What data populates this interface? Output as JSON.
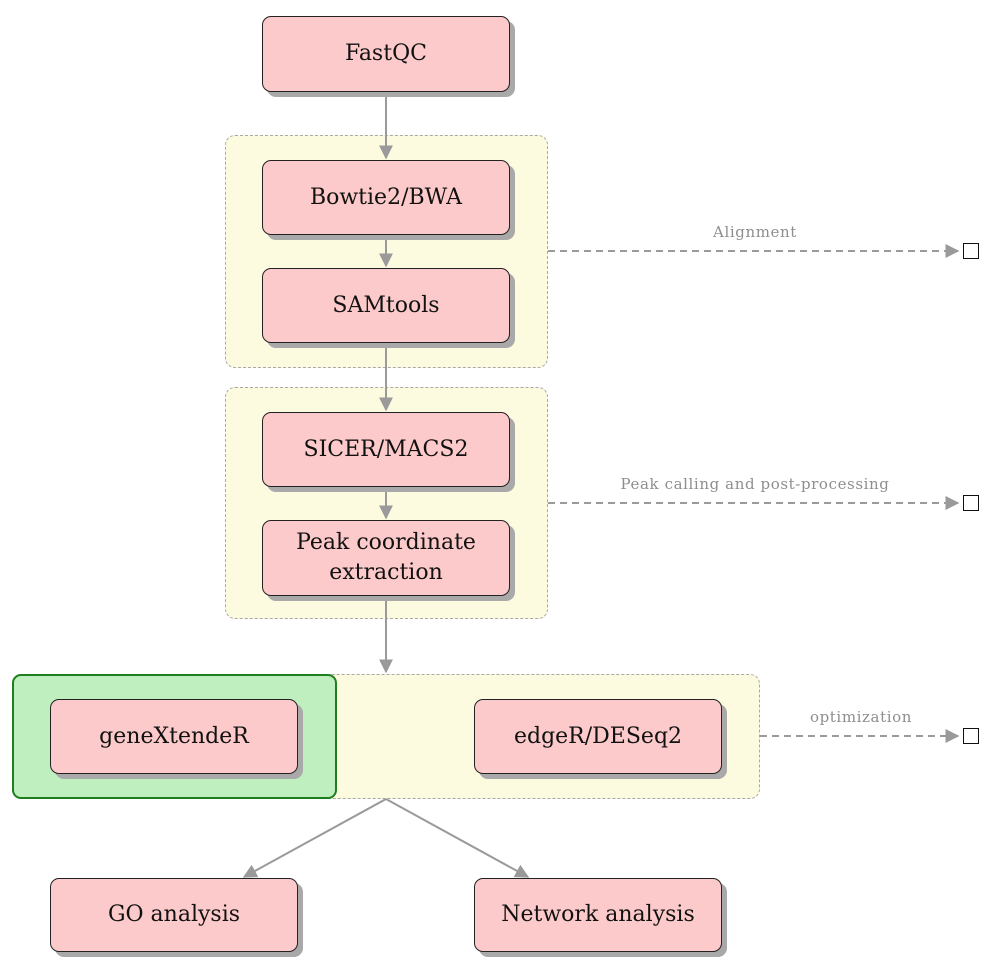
{
  "nodes": {
    "fastqc": "FastQC",
    "bowtie": "Bowtie2/BWA",
    "samtools": "SAMtools",
    "sicer": "SICER/MACS2",
    "peak_line1": "Peak coordinate",
    "peak_line2": "extraction",
    "genextender": "geneXtendeR",
    "edger": "edgeR/DESeq2",
    "go": "GO analysis",
    "network": "Network analysis"
  },
  "stage_labels": {
    "alignment": "Alignment",
    "peak_calling": "Peak calling and post-processing",
    "optimization": "optimization"
  },
  "colors": {
    "node_fill": "#fccaca",
    "group_fill": "#fdfbdf",
    "highlight_fill": "#bfeebf",
    "highlight_border": "#1f7f1f",
    "arrow": "#9a9a9a"
  }
}
